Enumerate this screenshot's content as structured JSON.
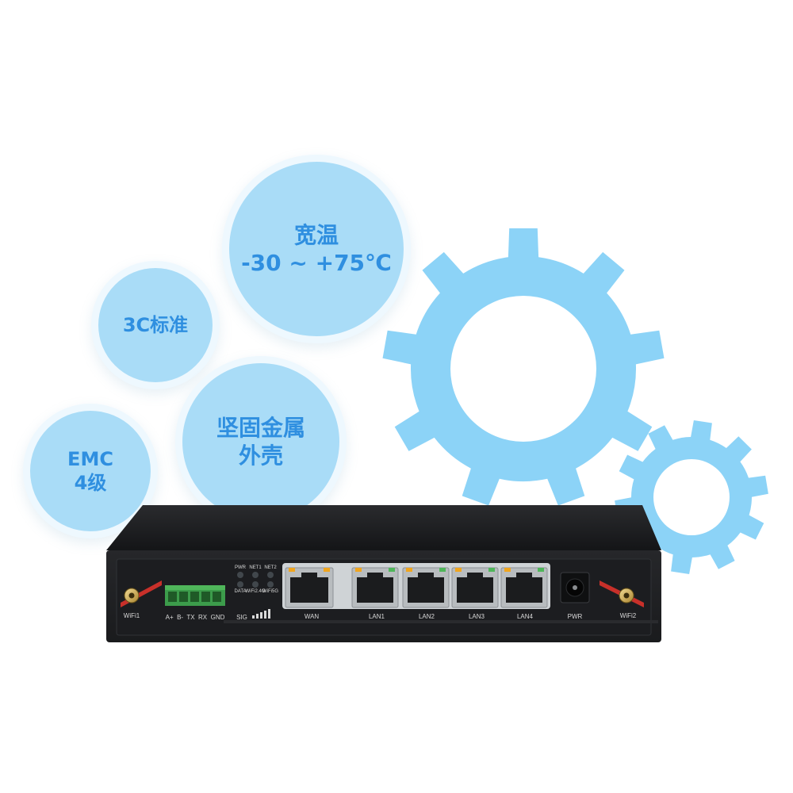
{
  "bubbles": {
    "temperature": {
      "line1": "宽温",
      "line2": "-30 ~ +75℃"
    },
    "standard": {
      "line1": "3C标准"
    },
    "enclosure": {
      "line1": "坚固金属",
      "line2": "外壳"
    },
    "emc": {
      "line1": "EMC",
      "line2": "4级"
    }
  },
  "device": {
    "antenna_left": "WiFi1",
    "antenna_right": "WiFi2",
    "terminal_labels": "A+  B-  TX  RX  GND",
    "led_top": [
      "PWR",
      "NET1",
      "NET2"
    ],
    "led_bottom": [
      "DATA",
      "WiFi2.4G",
      "WiFi5G"
    ],
    "signal_label": "SIG",
    "ports": [
      "WAN",
      "LAN1",
      "LAN2",
      "LAN3",
      "LAN4"
    ],
    "power_label": "PWR"
  },
  "colors": {
    "gear": "#8cd3f7",
    "bubble": "#a9dcf7",
    "bubble_text": "#2f8fe0",
    "chassis": "#1e1f22",
    "accent_red": "#c8302a",
    "led_green": "#4fb65a"
  }
}
